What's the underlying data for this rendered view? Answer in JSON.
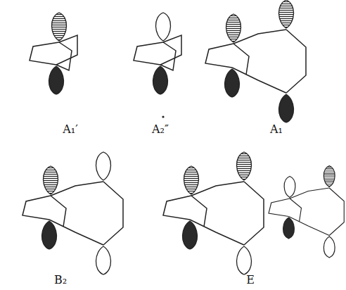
{
  "diagram": {
    "labels": [
      "A₁′",
      "A₂″",
      "A₁",
      "B₂",
      "E"
    ]
  }
}
